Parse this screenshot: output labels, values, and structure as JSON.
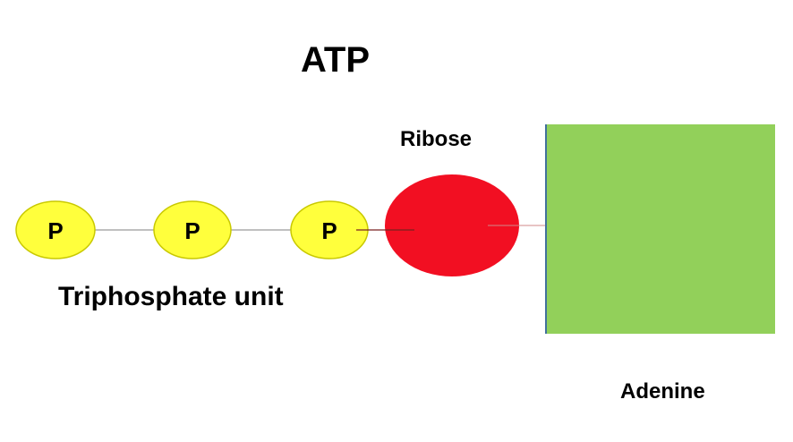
{
  "title": "ATP",
  "phosphate_groups": [
    {
      "label": "P"
    },
    {
      "label": "P"
    },
    {
      "label": "P"
    }
  ],
  "labels": {
    "ribose": "Ribose",
    "triphosphate": "Triphosphate unit",
    "adenine": "Adenine"
  },
  "colors": {
    "phosphate_fill": "#FFFF3C",
    "phosphate_stroke": "#C9C900",
    "ribose_fill": "#F20F22",
    "adenine_fill": "#92D05A",
    "adenine_stroke": "#41719C",
    "bond_line": "#9A9A9A"
  }
}
